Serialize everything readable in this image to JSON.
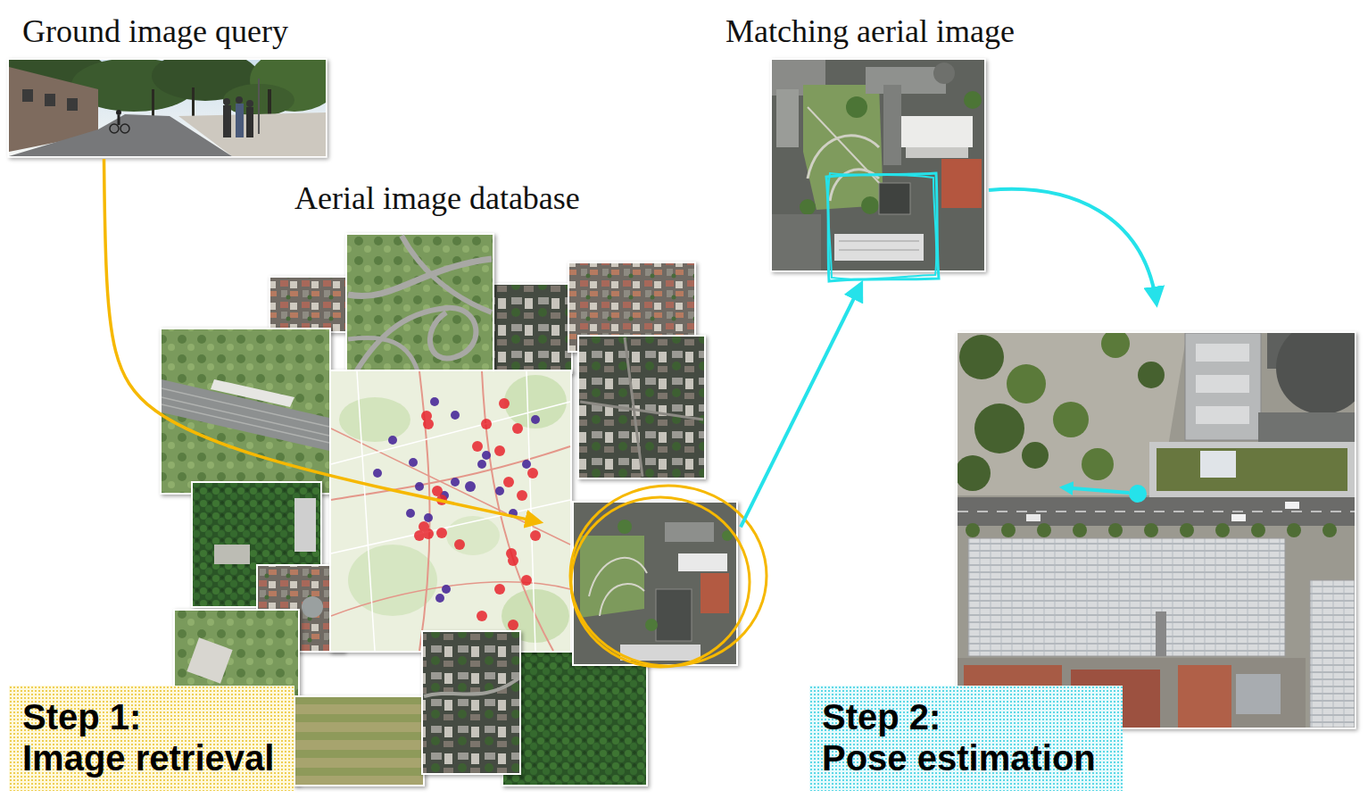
{
  "diagram": {
    "nodes": [
      {
        "text": [
          "Ground image query"
        ]
      },
      {
        "text": [
          "Aerial image database"
        ]
      },
      {
        "text": [
          "Matching aerial image"
        ]
      },
      {
        "text": [
          "Step 1:",
          "Image retrieval"
        ]
      },
      {
        "text": [
          "Step 2:",
          "Pose estimation"
        ]
      }
    ],
    "edges": [
      {
        "from": 0,
        "to": 1,
        "arrow": "to"
      },
      {
        "from": 1,
        "to": 2,
        "arrow": "to"
      }
    ]
  }
}
